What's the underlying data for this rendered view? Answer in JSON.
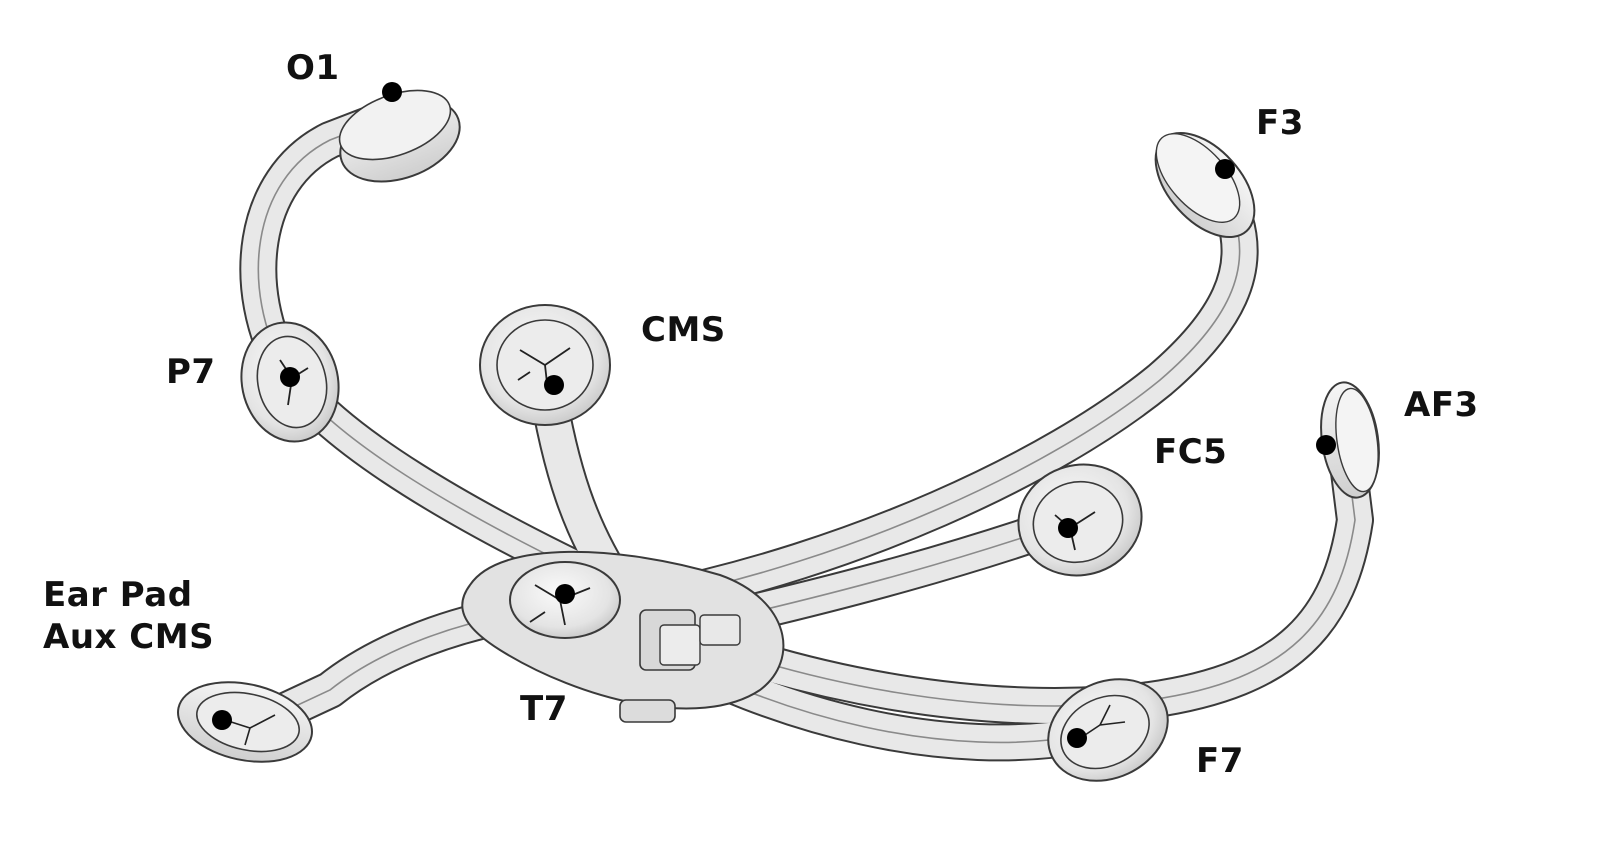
{
  "diagram": {
    "labels": {
      "o1": "O1",
      "f3": "F3",
      "cms": "CMS",
      "p7": "P7",
      "af3": "AF3",
      "fc5": "FC5",
      "ear_pad_line1": "Ear Pad",
      "ear_pad_line2": "Aux CMS",
      "t7": "T7",
      "f7": "F7"
    },
    "colors": {
      "frame_fill": "#e6e6e6",
      "frame_stroke": "#3a3a3a",
      "marker": "#000000"
    }
  }
}
